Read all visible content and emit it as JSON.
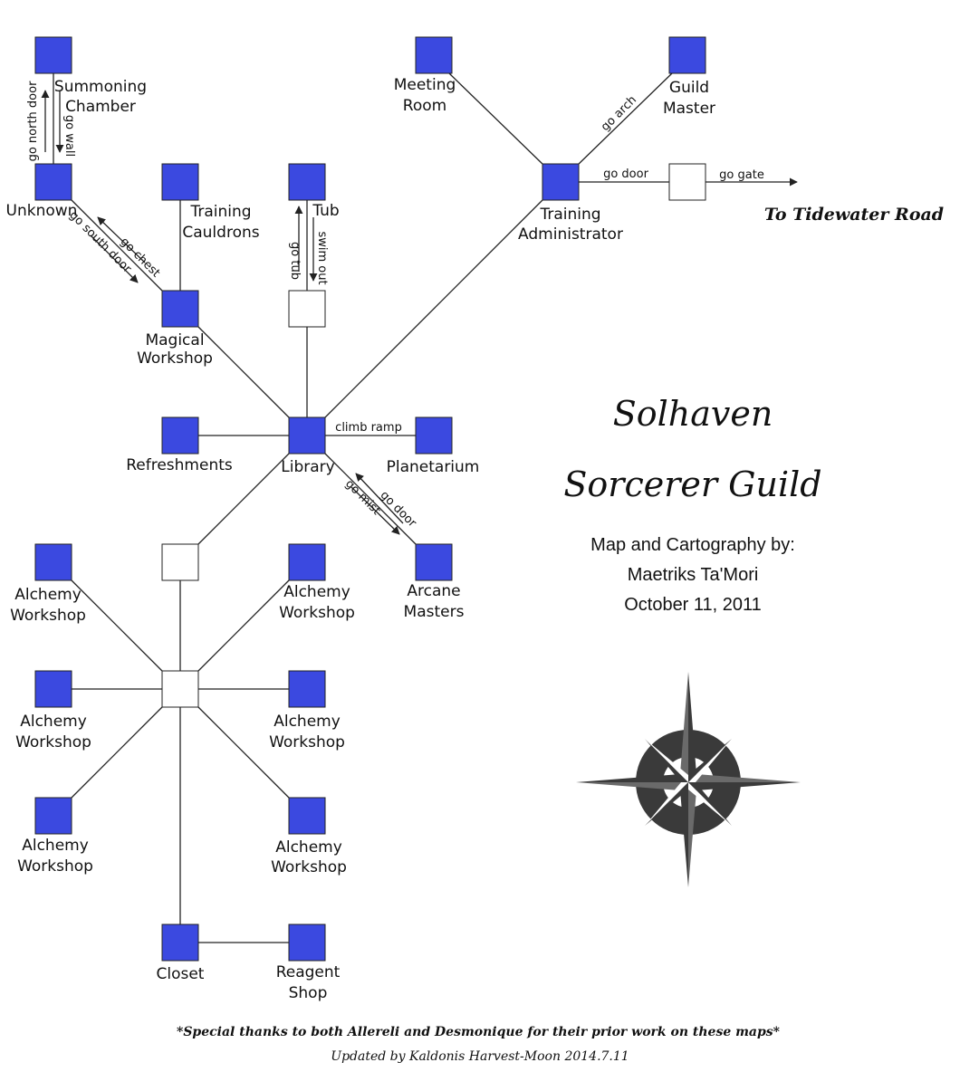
{
  "title_line1": "Solhaven",
  "title_line2": "Sorcerer Guild",
  "credit_line1": "Map and Cartography by:",
  "credit_line2": "Maetriks Ta'Mori",
  "credit_line3": "October 11, 2011",
  "exit_label": "To Tidewater Road",
  "thanks": "*Special thanks to both Allereli and Desmonique for their prior work on these maps*",
  "updated": "Updated by Kaldonis Harvest-Moon 2014.7.11",
  "colors": {
    "room": "#3b49e0",
    "connector": "#ffffff",
    "line": "#222222"
  },
  "rooms": [
    {
      "id": "summoning",
      "kind": "room",
      "label": [
        "Summoning",
        "Chamber"
      ]
    },
    {
      "id": "unknown",
      "kind": "room",
      "label": [
        "Unknown"
      ]
    },
    {
      "id": "training-cauldrons",
      "kind": "room",
      "label": [
        "Training",
        "Cauldrons"
      ]
    },
    {
      "id": "tub",
      "kind": "room",
      "label": [
        "Tub"
      ]
    },
    {
      "id": "tub-link",
      "kind": "connector",
      "label": []
    },
    {
      "id": "magical-workshop",
      "kind": "room",
      "label": [
        "Magical",
        "Workshop"
      ]
    },
    {
      "id": "meeting-room",
      "kind": "room",
      "label": [
        "Meeting",
        "Room"
      ]
    },
    {
      "id": "guild-master",
      "kind": "room",
      "label": [
        "Guild",
        "Master"
      ]
    },
    {
      "id": "training-admin",
      "kind": "room",
      "label": [
        "Training",
        "Administrator"
      ]
    },
    {
      "id": "gate-link",
      "kind": "connector",
      "label": []
    },
    {
      "id": "library",
      "kind": "room",
      "label": [
        "Library"
      ]
    },
    {
      "id": "refreshments",
      "kind": "room",
      "label": [
        "Refreshments"
      ]
    },
    {
      "id": "planetarium",
      "kind": "room",
      "label": [
        "Planetarium"
      ]
    },
    {
      "id": "arcane-masters",
      "kind": "room",
      "label": [
        "Arcane",
        "Masters"
      ]
    },
    {
      "id": "alchemy-link",
      "kind": "connector",
      "label": []
    },
    {
      "id": "alchemy-hub",
      "kind": "connector",
      "label": []
    },
    {
      "id": "alchemy-nw",
      "kind": "room",
      "label": [
        "Alchemy",
        "Workshop"
      ]
    },
    {
      "id": "alchemy-ne",
      "kind": "room",
      "label": [
        "Alchemy",
        "Workshop"
      ]
    },
    {
      "id": "alchemy-w",
      "kind": "room",
      "label": [
        "Alchemy",
        "Workshop"
      ]
    },
    {
      "id": "alchemy-e",
      "kind": "room",
      "label": [
        "Alchemy",
        "Workshop"
      ]
    },
    {
      "id": "alchemy-sw",
      "kind": "room",
      "label": [
        "Alchemy",
        "Workshop"
      ]
    },
    {
      "id": "alchemy-se",
      "kind": "room",
      "label": [
        "Alchemy",
        "Workshop"
      ]
    },
    {
      "id": "closet",
      "kind": "room",
      "label": [
        "Closet"
      ]
    },
    {
      "id": "reagent-shop",
      "kind": "room",
      "label": [
        "Reagent",
        "Shop"
      ]
    }
  ],
  "commands": {
    "go_north_door": "go north door",
    "go_wall": "go wall",
    "go_chest": "go chest",
    "go_south_door": "go south door",
    "go_tub": "go tub",
    "swim_out": "swim out",
    "go_arch": "go arch",
    "go_door_admin": "go door",
    "go_gate": "go gate",
    "climb_ramp": "climb ramp",
    "go_door_arcane": "go door",
    "go_mist": "go mist"
  }
}
